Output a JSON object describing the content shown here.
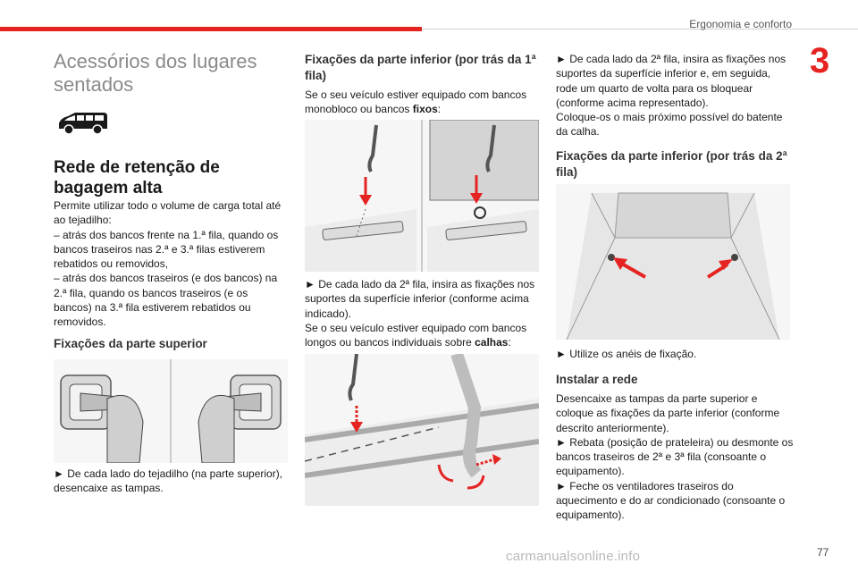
{
  "header": {
    "section_title": "Ergonomia e conforto",
    "chapter_number": "3",
    "page_number": "77"
  },
  "watermark": "carmanualsonline.info",
  "col1": {
    "title": "Acessórios dos lugares sentados",
    "net_title": "Rede de retenção de bagagem alta",
    "net_text": "Permite utilizar todo o volume de carga total até ao tejadilho:\n–  atrás dos bancos frente na 1.ª fila, quando os bancos traseiros nas 2.ª e 3.ª filas estiverem rebatidos ou removidos,\n–  atrás dos bancos traseiros (e dos bancos) na 2.ª fila, quando os bancos traseiros (e os bancos) na 3.ª fila estiverem rebatidos ou removidos.",
    "upper_title": "Fixações da parte superior",
    "upper_text": "►  De cada lado do tejadilho (na parte superior), desencaixe as tampas."
  },
  "col2": {
    "lower1_title": "Fixações da parte inferior (por trás da 1ª fila)",
    "lower1_intro_before": "Se o seu veículo estiver equipado com bancos monobloco ou bancos ",
    "lower1_intro_bold": "fixos",
    "lower1_intro_after": ":",
    "lower1_step": "►  De cada lado da 2ª fila, insira as fixações nos suportes da superfície inferior (conforme acima indicado).",
    "lower1_long_before": "Se o seu veículo estiver equipado com bancos longos ou bancos individuais sobre ",
    "lower1_long_bold": "calhas",
    "lower1_long_after": ":"
  },
  "col3": {
    "rails_text": "►  De cada lado da 2ª fila, insira as fixações nos suportes da superfície inferior e, em seguida, rode um quarto de volta para os bloquear (conforme acima representado).\nColoque-os o mais próximo possível do batente da calha.",
    "lower2_title": "Fixações da parte inferior (por trás da 2ª fila)",
    "lower2_step": "►  Utilize os anéis de fixação.",
    "install_title": "Instalar a rede",
    "install_text": "Desencaixe as tampas da parte superior e coloque as fixações da parte inferior (conforme descrito anteriormente).\n►  Rebata (posição de prateleira) ou desmonte os bancos traseiros de 2ª e 3ª fila (consoante o equipamento).\n►  Feche os ventiladores traseiros do aquecimento e do ar condicionado (consoante o equipamento)."
  },
  "colors": {
    "accent": "#e52422",
    "title_gray": "#8a8a8a"
  },
  "icons": [
    "van-icon",
    "red-arrow-icon"
  ]
}
